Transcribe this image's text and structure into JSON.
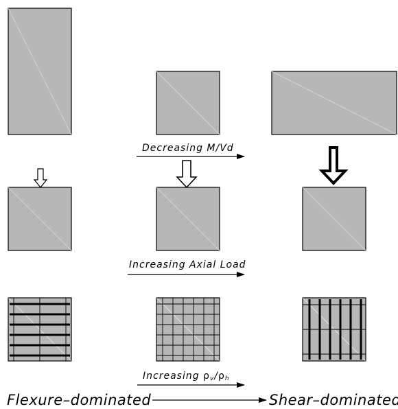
{
  "labels": {
    "aspect_ratio": "Decreasing M/Vd",
    "axial_load": "Increasing Axial Load",
    "reinforcement_prefix": "Increasing ",
    "rho_v": "ρ",
    "rho_v_sub": "v",
    "rho_sep": "/",
    "rho_h": "ρ",
    "rho_h_sub": "h"
  },
  "footer": {
    "left": "Flexure–dominated",
    "right": "Shear–dominated"
  }
}
